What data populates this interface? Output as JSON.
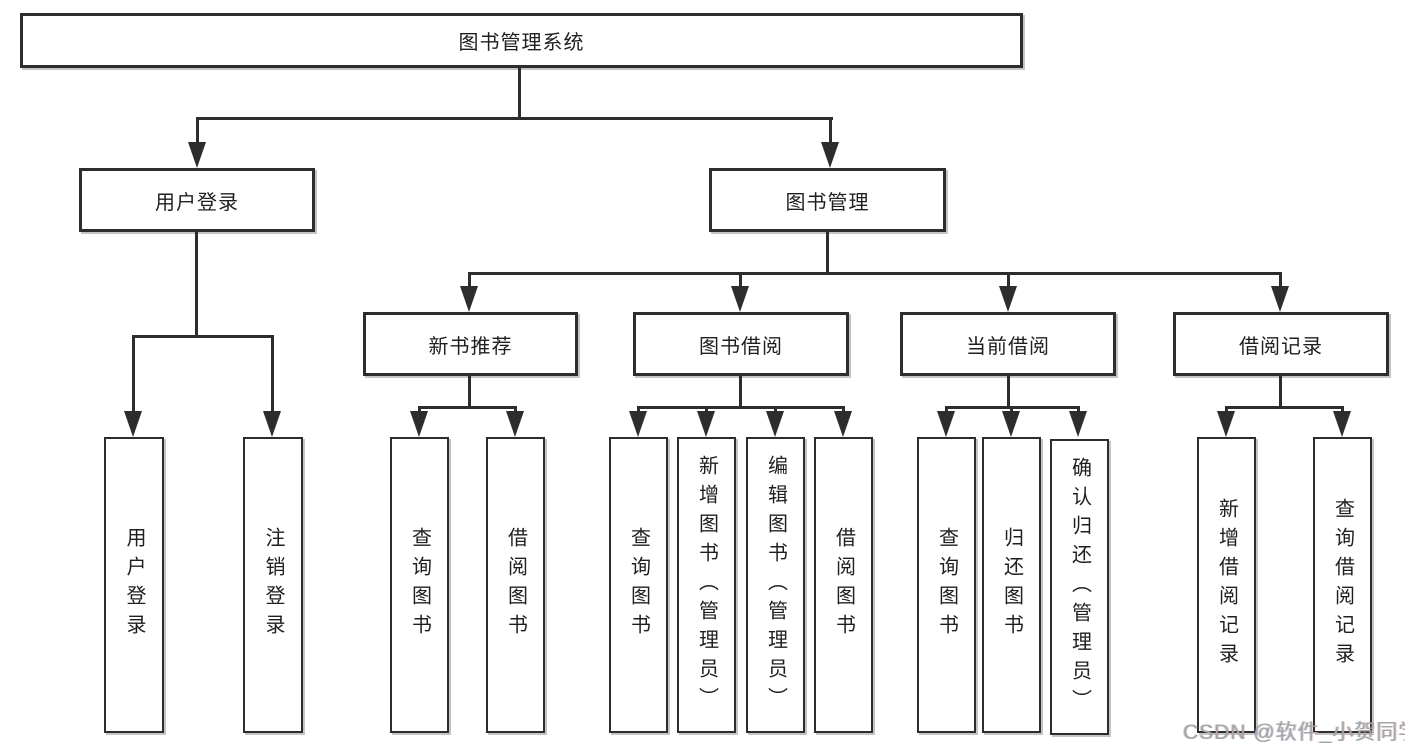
{
  "diagram": {
    "root": {
      "label": "图书管理系统"
    },
    "user_branch": {
      "label": "用户登录",
      "children": [
        {
          "label": "用户登录"
        },
        {
          "label": "注销登录"
        }
      ]
    },
    "book_branch": {
      "label": "图书管理",
      "sections": [
        {
          "label": "新书推荐",
          "children": [
            {
              "label": "查询图书"
            },
            {
              "label": "借阅图书"
            }
          ]
        },
        {
          "label": "图书借阅",
          "children": [
            {
              "label": "查询图书"
            },
            {
              "label": "新增图书（管理员）"
            },
            {
              "label": "编辑图书（管理员）"
            },
            {
              "label": "借阅图书"
            }
          ]
        },
        {
          "label": "当前借阅",
          "children": [
            {
              "label": "查询图书"
            },
            {
              "label": "归还图书"
            },
            {
              "label": "确认归还（管理员）"
            }
          ]
        },
        {
          "label": "借阅记录",
          "children": [
            {
              "label": "新增借阅记录"
            },
            {
              "label": "查询借阅记录"
            }
          ]
        }
      ]
    }
  },
  "watermark": {
    "text": "CSDN @软件_小贺同学"
  },
  "colors": {
    "line": "#2d2d2d",
    "text": "#1f1f1f",
    "watermark": "#a6a6a6",
    "background": "#ffffff"
  }
}
